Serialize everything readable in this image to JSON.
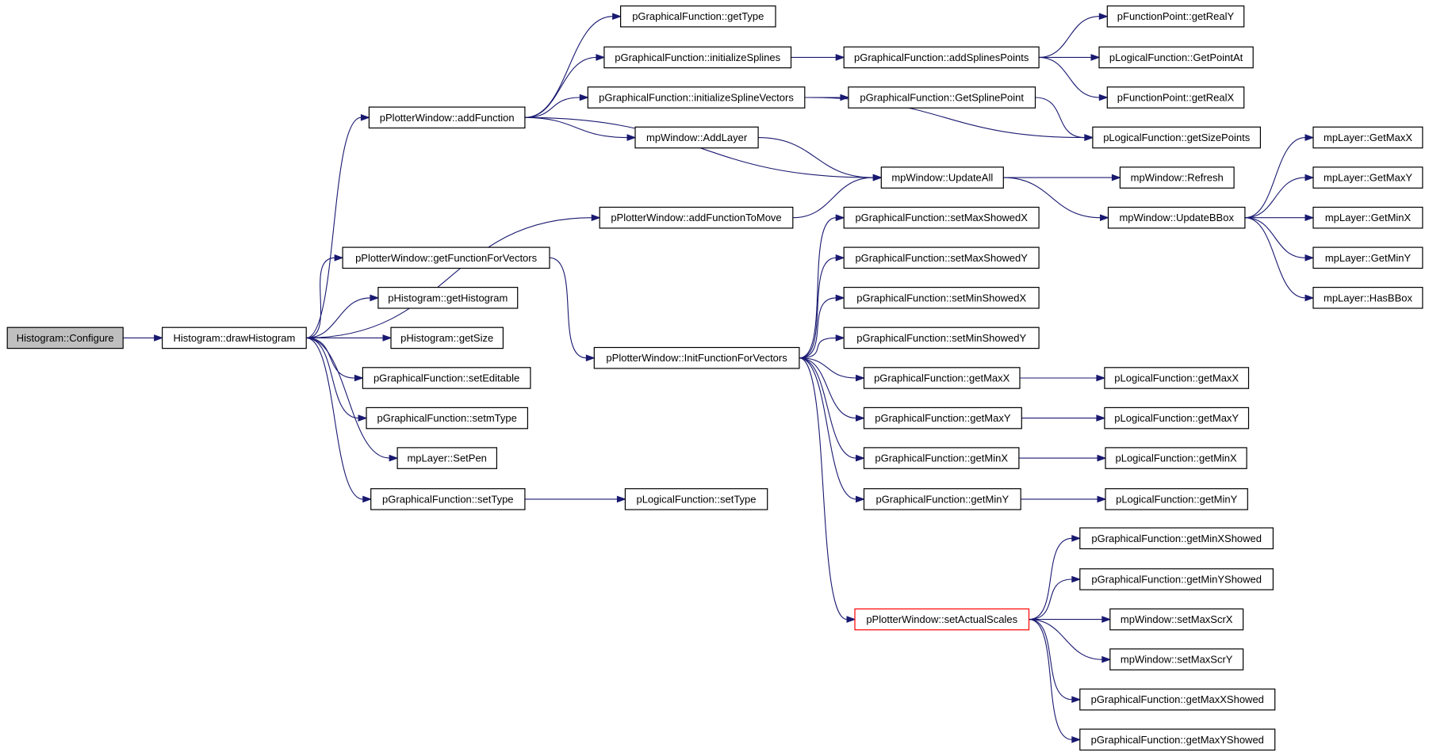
{
  "colors": {
    "edge": "#191970",
    "node_border": "#000000",
    "highlight_border": "#ff0000",
    "root_fill": "#bfbfbf"
  },
  "nodes": {
    "configure": "Histogram::Configure",
    "drawHistogram": "Histogram::drawHistogram",
    "addFunction": "pPlotterWindow::addFunction",
    "getFunctionForVectors": "pPlotterWindow::getFunctionForVectors",
    "getHistogram": "pHistogram::getHistogram",
    "getSize": "pHistogram::getSize",
    "setEditable": "pGraphicalFunction::setEditable",
    "setmType": "pGraphicalFunction::setmType",
    "setPen": "mpLayer::SetPen",
    "setType": "pGraphicalFunction::setType",
    "getType": "pGraphicalFunction::getType",
    "initializeSplines": "pGraphicalFunction::initializeSplines",
    "initializeSplineVectors": "pGraphicalFunction::initializeSplineVectors",
    "addLayer": "mpWindow::AddLayer",
    "addFunctionToMove": "pPlotterWindow::addFunctionToMove",
    "initFunctionForVectors": "pPlotterWindow::InitFunctionForVectors",
    "lSetType": "pLogicalFunction::setType",
    "addSplinesPoints": "pGraphicalFunction::addSplinesPoints",
    "getSplinePoint": "pGraphicalFunction::GetSplinePoint",
    "updateAll": "mpWindow::UpdateAll",
    "setMaxShowedX": "pGraphicalFunction::setMaxShowedX",
    "setMaxShowedY": "pGraphicalFunction::setMaxShowedY",
    "setMinShowedX": "pGraphicalFunction::setMinShowedX",
    "setMinShowedY": "pGraphicalFunction::setMinShowedY",
    "gGetMaxX": "pGraphicalFunction::getMaxX",
    "gGetMaxY": "pGraphicalFunction::getMaxY",
    "gGetMinX": "pGraphicalFunction::getMinX",
    "gGetMinY": "pGraphicalFunction::getMinY",
    "setActualScales": "pPlotterWindow::setActualScales",
    "getRealY": "pFunctionPoint::getRealY",
    "getPointAt": "pLogicalFunction::GetPointAt",
    "getRealX": "pFunctionPoint::getRealX",
    "getSizePoints": "pLogicalFunction::getSizePoints",
    "refresh": "mpWindow::Refresh",
    "updateBBox": "mpWindow::UpdateBBox",
    "lGetMaxX": "pLogicalFunction::getMaxX",
    "lGetMaxY": "pLogicalFunction::getMaxY",
    "lGetMinX": "pLogicalFunction::getMinX",
    "lGetMinY": "pLogicalFunction::getMinY",
    "getMinXShowed": "pGraphicalFunction::getMinXShowed",
    "getMinYShowed": "pGraphicalFunction::getMinYShowed",
    "setMaxScrX": "mpWindow::setMaxScrX",
    "setMaxScrY": "mpWindow::setMaxScrY",
    "getMaxXShowed": "pGraphicalFunction::getMaxXShowed",
    "getMaxYShowed": "pGraphicalFunction::getMaxYShowed",
    "layerGetMaxX": "mpLayer::GetMaxX",
    "layerGetMaxY": "mpLayer::GetMaxY",
    "layerGetMinX": "mpLayer::GetMinX",
    "layerGetMinY": "mpLayer::GetMinY",
    "layerHasBBox": "mpLayer::HasBBox"
  },
  "edges": [
    [
      "configure",
      "drawHistogram"
    ],
    [
      "drawHistogram",
      "addFunction"
    ],
    [
      "drawHistogram",
      "addFunctionToMove"
    ],
    [
      "drawHistogram",
      "getFunctionForVectors"
    ],
    [
      "drawHistogram",
      "getHistogram"
    ],
    [
      "drawHistogram",
      "getSize"
    ],
    [
      "drawHistogram",
      "setEditable"
    ],
    [
      "drawHistogram",
      "setmType"
    ],
    [
      "drawHistogram",
      "setPen"
    ],
    [
      "drawHistogram",
      "setType"
    ],
    [
      "addFunction",
      "getType"
    ],
    [
      "addFunction",
      "initializeSplines"
    ],
    [
      "addFunction",
      "initializeSplineVectors"
    ],
    [
      "addFunction",
      "addLayer"
    ],
    [
      "addFunction",
      "updateAll"
    ],
    [
      "initializeSplines",
      "addSplinesPoints"
    ],
    [
      "initializeSplineVectors",
      "getSplinePoint"
    ],
    [
      "initializeSplineVectors",
      "getSizePoints"
    ],
    [
      "addSplinesPoints",
      "getRealY"
    ],
    [
      "addSplinesPoints",
      "getPointAt"
    ],
    [
      "addSplinesPoints",
      "getRealX"
    ],
    [
      "getSplinePoint",
      "getSizePoints"
    ],
    [
      "addLayer",
      "updateAll"
    ],
    [
      "addFunctionToMove",
      "updateAll"
    ],
    [
      "updateAll",
      "refresh"
    ],
    [
      "updateAll",
      "updateBBox"
    ],
    [
      "updateBBox",
      "layerGetMaxX"
    ],
    [
      "updateBBox",
      "layerGetMaxY"
    ],
    [
      "updateBBox",
      "layerGetMinX"
    ],
    [
      "updateBBox",
      "layerGetMinY"
    ],
    [
      "updateBBox",
      "layerHasBBox"
    ],
    [
      "getFunctionForVectors",
      "initFunctionForVectors"
    ],
    [
      "initFunctionForVectors",
      "setMaxShowedX"
    ],
    [
      "initFunctionForVectors",
      "setMaxShowedY"
    ],
    [
      "initFunctionForVectors",
      "setMinShowedX"
    ],
    [
      "initFunctionForVectors",
      "setMinShowedY"
    ],
    [
      "initFunctionForVectors",
      "gGetMaxX"
    ],
    [
      "initFunctionForVectors",
      "gGetMaxY"
    ],
    [
      "initFunctionForVectors",
      "gGetMinX"
    ],
    [
      "initFunctionForVectors",
      "gGetMinY"
    ],
    [
      "initFunctionForVectors",
      "setActualScales"
    ],
    [
      "gGetMaxX",
      "lGetMaxX"
    ],
    [
      "gGetMaxY",
      "lGetMaxY"
    ],
    [
      "gGetMinX",
      "lGetMinX"
    ],
    [
      "gGetMinY",
      "lGetMinY"
    ],
    [
      "setType",
      "lSetType"
    ],
    [
      "setActualScales",
      "getMinXShowed"
    ],
    [
      "setActualScales",
      "getMinYShowed"
    ],
    [
      "setActualScales",
      "setMaxScrX"
    ],
    [
      "setActualScales",
      "setMaxScrY"
    ],
    [
      "setActualScales",
      "getMaxXShowed"
    ],
    [
      "setActualScales",
      "getMaxYShowed"
    ]
  ]
}
